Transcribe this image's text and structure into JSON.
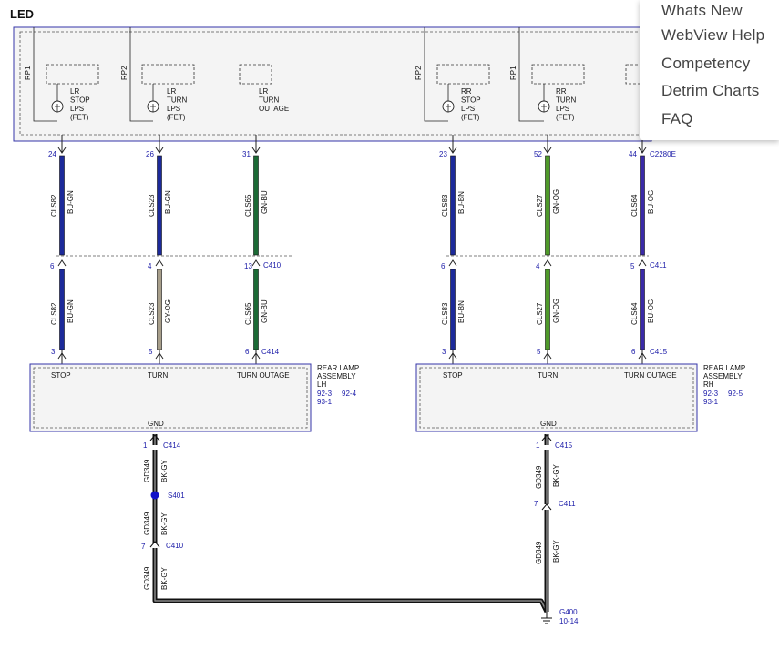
{
  "diagram_title": "LED",
  "module": {
    "rp_labels": [
      "RP1",
      "RP2",
      "RP2",
      "RP1"
    ],
    "outputs": [
      {
        "name": [
          "LR",
          "STOP",
          "LPS",
          "(FET)"
        ]
      },
      {
        "name": [
          "LR",
          "TURN",
          "LPS",
          "(FET)"
        ]
      },
      {
        "name": [
          "LR",
          "TURN",
          "OUTAGE"
        ]
      },
      {
        "name": [
          "RR",
          "STOP",
          "LPS",
          "(FET)"
        ]
      },
      {
        "name": [
          "RR",
          "TURN",
          "LPS",
          "(FET)"
        ]
      }
    ],
    "connector": "C2280E"
  },
  "wires": [
    {
      "pin_top": "24",
      "circuit_upper": "CLS82",
      "color_upper": "BU-GN",
      "pin_mid": "6",
      "circuit_lower": "CLS82",
      "color_lower": "BU-GN",
      "pin_bottom": "3"
    },
    {
      "pin_top": "26",
      "circuit_upper": "CLS23",
      "color_upper": "BU-GN",
      "pin_mid": "4",
      "circuit_lower": "CLS23",
      "color_lower": "GY-OG",
      "pin_bottom": "5"
    },
    {
      "pin_top": "31",
      "circuit_upper": "CLS65",
      "color_upper": "GN-BU",
      "pin_mid": "13",
      "circuit_lower": "CLS65",
      "color_lower": "GN-BU",
      "pin_bottom": "6"
    },
    {
      "pin_top": "23",
      "circuit_upper": "CLS83",
      "color_upper": "BU-BN",
      "pin_mid": "6",
      "circuit_lower": "CLS83",
      "color_lower": "BU-BN",
      "pin_bottom": "3"
    },
    {
      "pin_top": "52",
      "circuit_upper": "CLS27",
      "color_upper": "GN-OG",
      "pin_mid": "4",
      "circuit_lower": "CLS27",
      "color_lower": "GN-OG",
      "pin_bottom": "5"
    },
    {
      "pin_top": "44",
      "circuit_upper": "CLS64",
      "color_upper": "BU-OG",
      "pin_mid": "5",
      "circuit_lower": "CLS64",
      "color_lower": "BU-OG",
      "pin_bottom": "6"
    }
  ],
  "inline_connectors": {
    "left": "C410",
    "right": "C411"
  },
  "assemblies": [
    {
      "connector": "C414",
      "terminals": [
        "STOP",
        "TURN",
        "TURN OUTAGE"
      ],
      "gnd": "GND",
      "name": [
        "REAR LAMP",
        "ASSEMBLY",
        "LH"
      ],
      "refs": [
        "92-3",
        "92-4",
        "93-1"
      ]
    },
    {
      "connector": "C415",
      "terminals": [
        "STOP",
        "TURN",
        "TURN OUTAGE"
      ],
      "gnd": "GND",
      "name": [
        "REAR LAMP",
        "ASSEMBLY",
        "RH"
      ],
      "refs": [
        "92-3",
        "92-5",
        "93-1"
      ]
    }
  ],
  "ground": {
    "left": {
      "pin": "1",
      "connector": "C414",
      "circuit": "GD349",
      "color": "BK-GY",
      "splice": "S401",
      "pin2": "7",
      "connector2": "C410"
    },
    "right": {
      "pin": "1",
      "connector": "C415",
      "circuit": "GD349",
      "color": "BK-GY",
      "pin2": "7",
      "connector2": "C411"
    },
    "point": "G400",
    "ref": "10-14"
  },
  "menu": {
    "items": [
      "Whats New",
      "WebView Help",
      "Competency",
      "Detrim Charts",
      "FAQ"
    ]
  }
}
